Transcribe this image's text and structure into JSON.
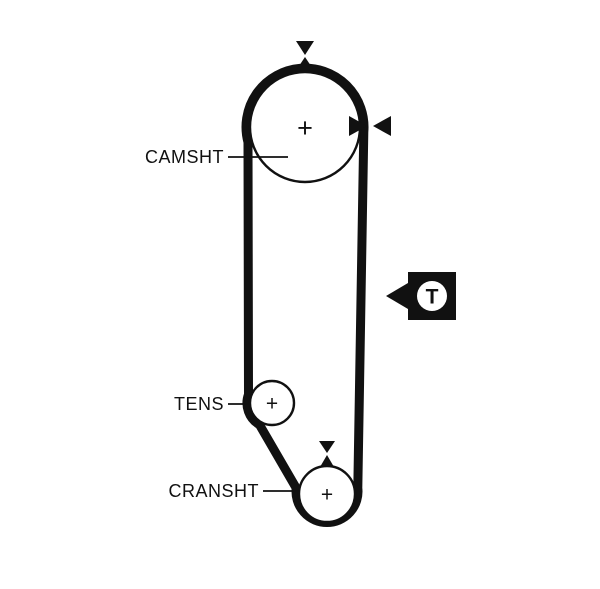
{
  "diagram": {
    "type": "timing-belt-routing",
    "colors": {
      "ink": "#111111",
      "background": "#ffffff"
    },
    "labels": {
      "camshaft": "CAMSHT",
      "tensioner": "TENS",
      "crankshaft": "CRANSHT"
    },
    "marks": {
      "center": "+",
      "tension_letter": "T"
    },
    "icons": {
      "camshaft_top_alignment": [
        "down-triangle",
        "up-triangle"
      ],
      "camshaft_side_alignment": [
        "right-triangle",
        "left-triangle"
      ],
      "crankshaft_alignment": [
        "down-triangle",
        "up-triangle"
      ],
      "tension_pointer": "left-triangle"
    }
  }
}
